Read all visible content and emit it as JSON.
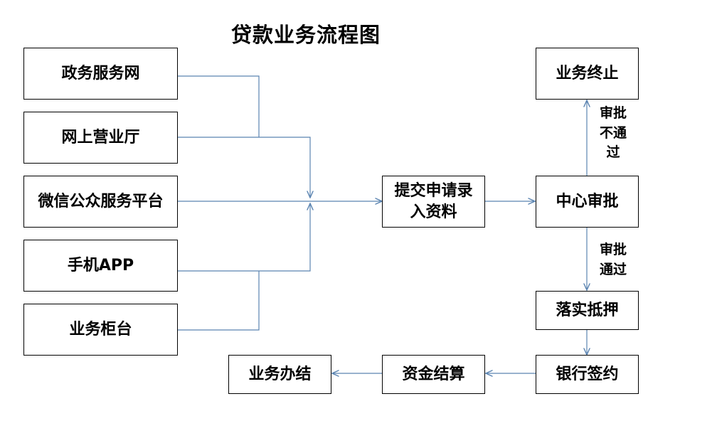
{
  "title": "贷款业务流程图",
  "channels": [
    {
      "label": "政务服务网"
    },
    {
      "label": "网上营业厅"
    },
    {
      "label": "微信公众服务平台"
    },
    {
      "label": "手机APP"
    },
    {
      "label": "业务柜台"
    }
  ],
  "steps": {
    "submit_line1": "提交申请录",
    "submit_line2": "入资料",
    "review": "中心审批",
    "terminate": "业务终止",
    "mortgage": "落实抵押",
    "bank_sign": "银行签约",
    "settlement": "资金结算",
    "complete": "业务办结"
  },
  "edge_labels": {
    "rejected": "审批\n不通\n过",
    "approved": "审批\n通过"
  },
  "colors": {
    "connector": "#5b84b1",
    "box_border": "#000000"
  }
}
